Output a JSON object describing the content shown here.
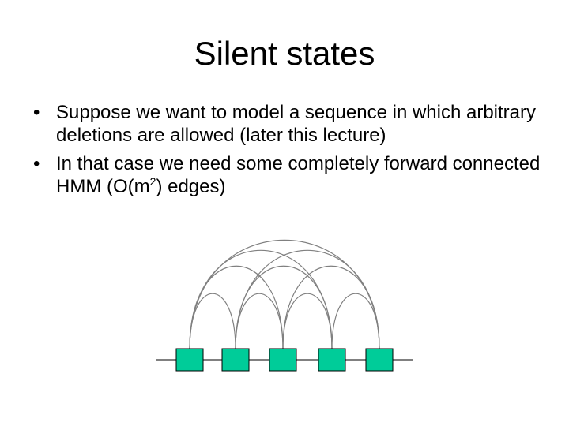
{
  "slide": {
    "title": "Silent states",
    "bullet_marker": "•",
    "bullets": [
      {
        "text": "Suppose we want to model a sequence in which arbitrary deletions are allowed (later this lecture)"
      },
      {
        "text_before": "In that case we need some completely forward connected HMM (O(m",
        "superscript": "2",
        "text_after": ") edges)"
      }
    ]
  },
  "diagram": {
    "state_count": 5,
    "state_fill": "#00cc99",
    "state_stroke": "#000000",
    "edge_color": "#808080",
    "chain_line_color": "#000000"
  }
}
